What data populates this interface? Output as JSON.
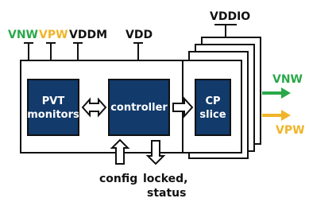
{
  "supply_labels": {
    "vnw": "VNW",
    "vpw": "VPW",
    "vddm": "VDDM",
    "vdd": "VDD",
    "vddio": "VDDIO"
  },
  "blocks": {
    "pvt_monitors": [
      "PVT",
      "monitors"
    ],
    "controller": "controller",
    "cp_slice": [
      "CP",
      "slice"
    ]
  },
  "io_labels": {
    "config": "config",
    "locked": "locked,",
    "status": "status"
  },
  "outputs": {
    "vnw": "VNW",
    "vpw": "VPW"
  },
  "colors": {
    "vnw": "#2aa84a",
    "vpw": "#f0b428",
    "block_fill": "#123a6b",
    "line": "#111111"
  }
}
